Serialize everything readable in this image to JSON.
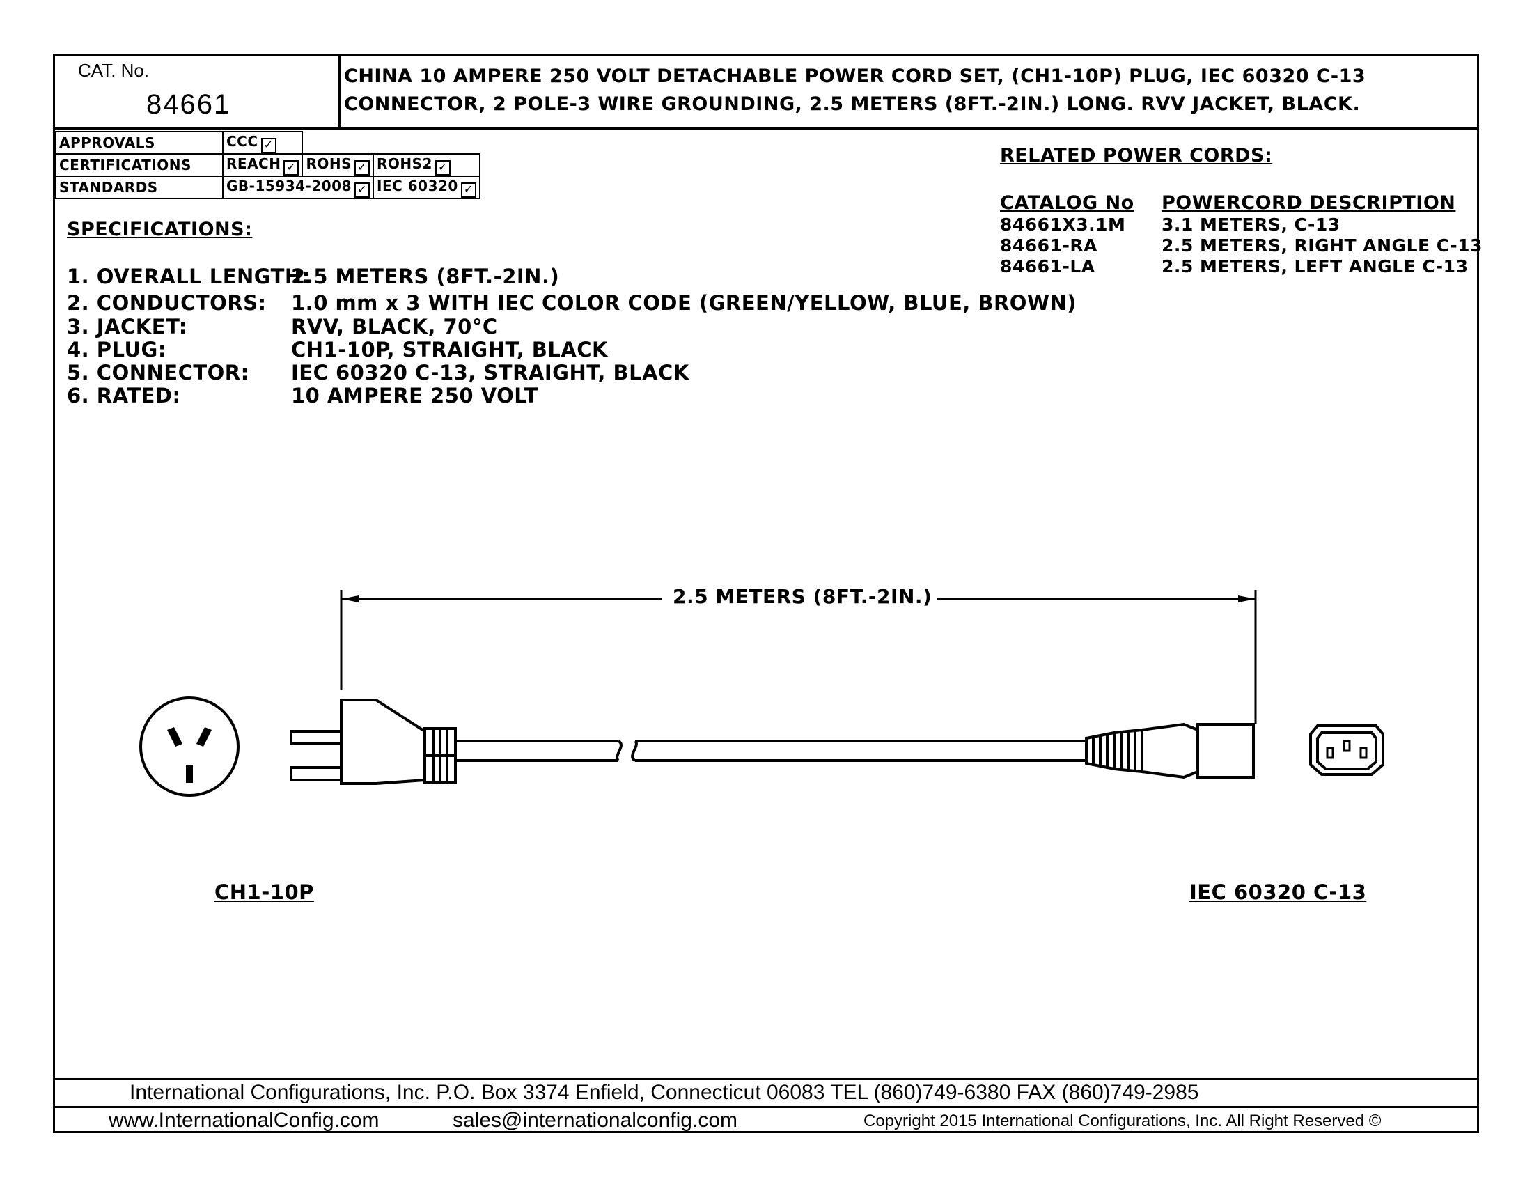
{
  "header": {
    "cat_label": "CAT. No.",
    "cat_number": "84661",
    "title_line1": "CHINA 10 AMPERE 250 VOLT DETACHABLE POWER CORD SET, (CH1-10P) PLUG, IEC 60320 C-13",
    "title_line2": "CONNECTOR, 2 POLE-3 WIRE GROUNDING, 2.5 METERS (8FT.-2IN.) LONG. RVV JACKET, BLACK."
  },
  "approvals_table": [
    {
      "header": "APPROVALS",
      "items": [
        "CCC"
      ]
    },
    {
      "header": "CERTIFICATIONS",
      "items": [
        "REACH",
        "ROHS",
        "ROHS2"
      ]
    },
    {
      "header": "STANDARDS",
      "items": [
        "GB-15934-2008",
        "IEC 60320"
      ]
    }
  ],
  "specifications": {
    "heading": "SPECIFICATIONS:",
    "items": [
      {
        "label": "1. OVERALL LENGTH:",
        "value": "2.5 METERS (8FT.-2IN.)"
      },
      {
        "label": "2. CONDUCTORS:",
        "value": "1.0 mm x 3 WITH IEC COLOR CODE (GREEN/YELLOW, BLUE, BROWN)"
      },
      {
        "label": "3. JACKET:",
        "value": "RVV, BLACK, 70°C"
      },
      {
        "label": "4. PLUG:",
        "value": "CH1-10P, STRAIGHT, BLACK"
      },
      {
        "label": "5. CONNECTOR:",
        "value": "IEC 60320 C-13, STRAIGHT, BLACK"
      },
      {
        "label": "6. RATED:",
        "value": "10 AMPERE 250 VOLT"
      }
    ]
  },
  "related": {
    "heading": "RELATED POWER CORDS:",
    "col_catalog": "CATALOG No",
    "col_description": "POWERCORD DESCRIPTION",
    "rows": [
      {
        "catalog": "84661X3.1M",
        "description": "3.1 METERS, C-13"
      },
      {
        "catalog": "84661-RA",
        "description": "2.5 METERS, RIGHT ANGLE C-13"
      },
      {
        "catalog": "84661-LA",
        "description": "2.5 METERS, LEFT ANGLE C-13"
      }
    ]
  },
  "drawing": {
    "dimension_label": "2.5 METERS (8FT.-2IN.)",
    "plug_label": "CH1-10P",
    "connector_label": "IEC 60320 C-13"
  },
  "footer": {
    "line1": "International Configurations, Inc.   P.O. Box 3374   Enfield, Connecticut 06083   TEL (860)749-6380   FAX (860)749-2985",
    "website": "www.InternationalConfig.com",
    "email": "sales@internationalconfig.com",
    "copyright": "Copyright 2015 International Configurations, Inc. All Right Reserved ©"
  },
  "colors": {
    "ink": "#000000",
    "paper": "#ffffff"
  }
}
